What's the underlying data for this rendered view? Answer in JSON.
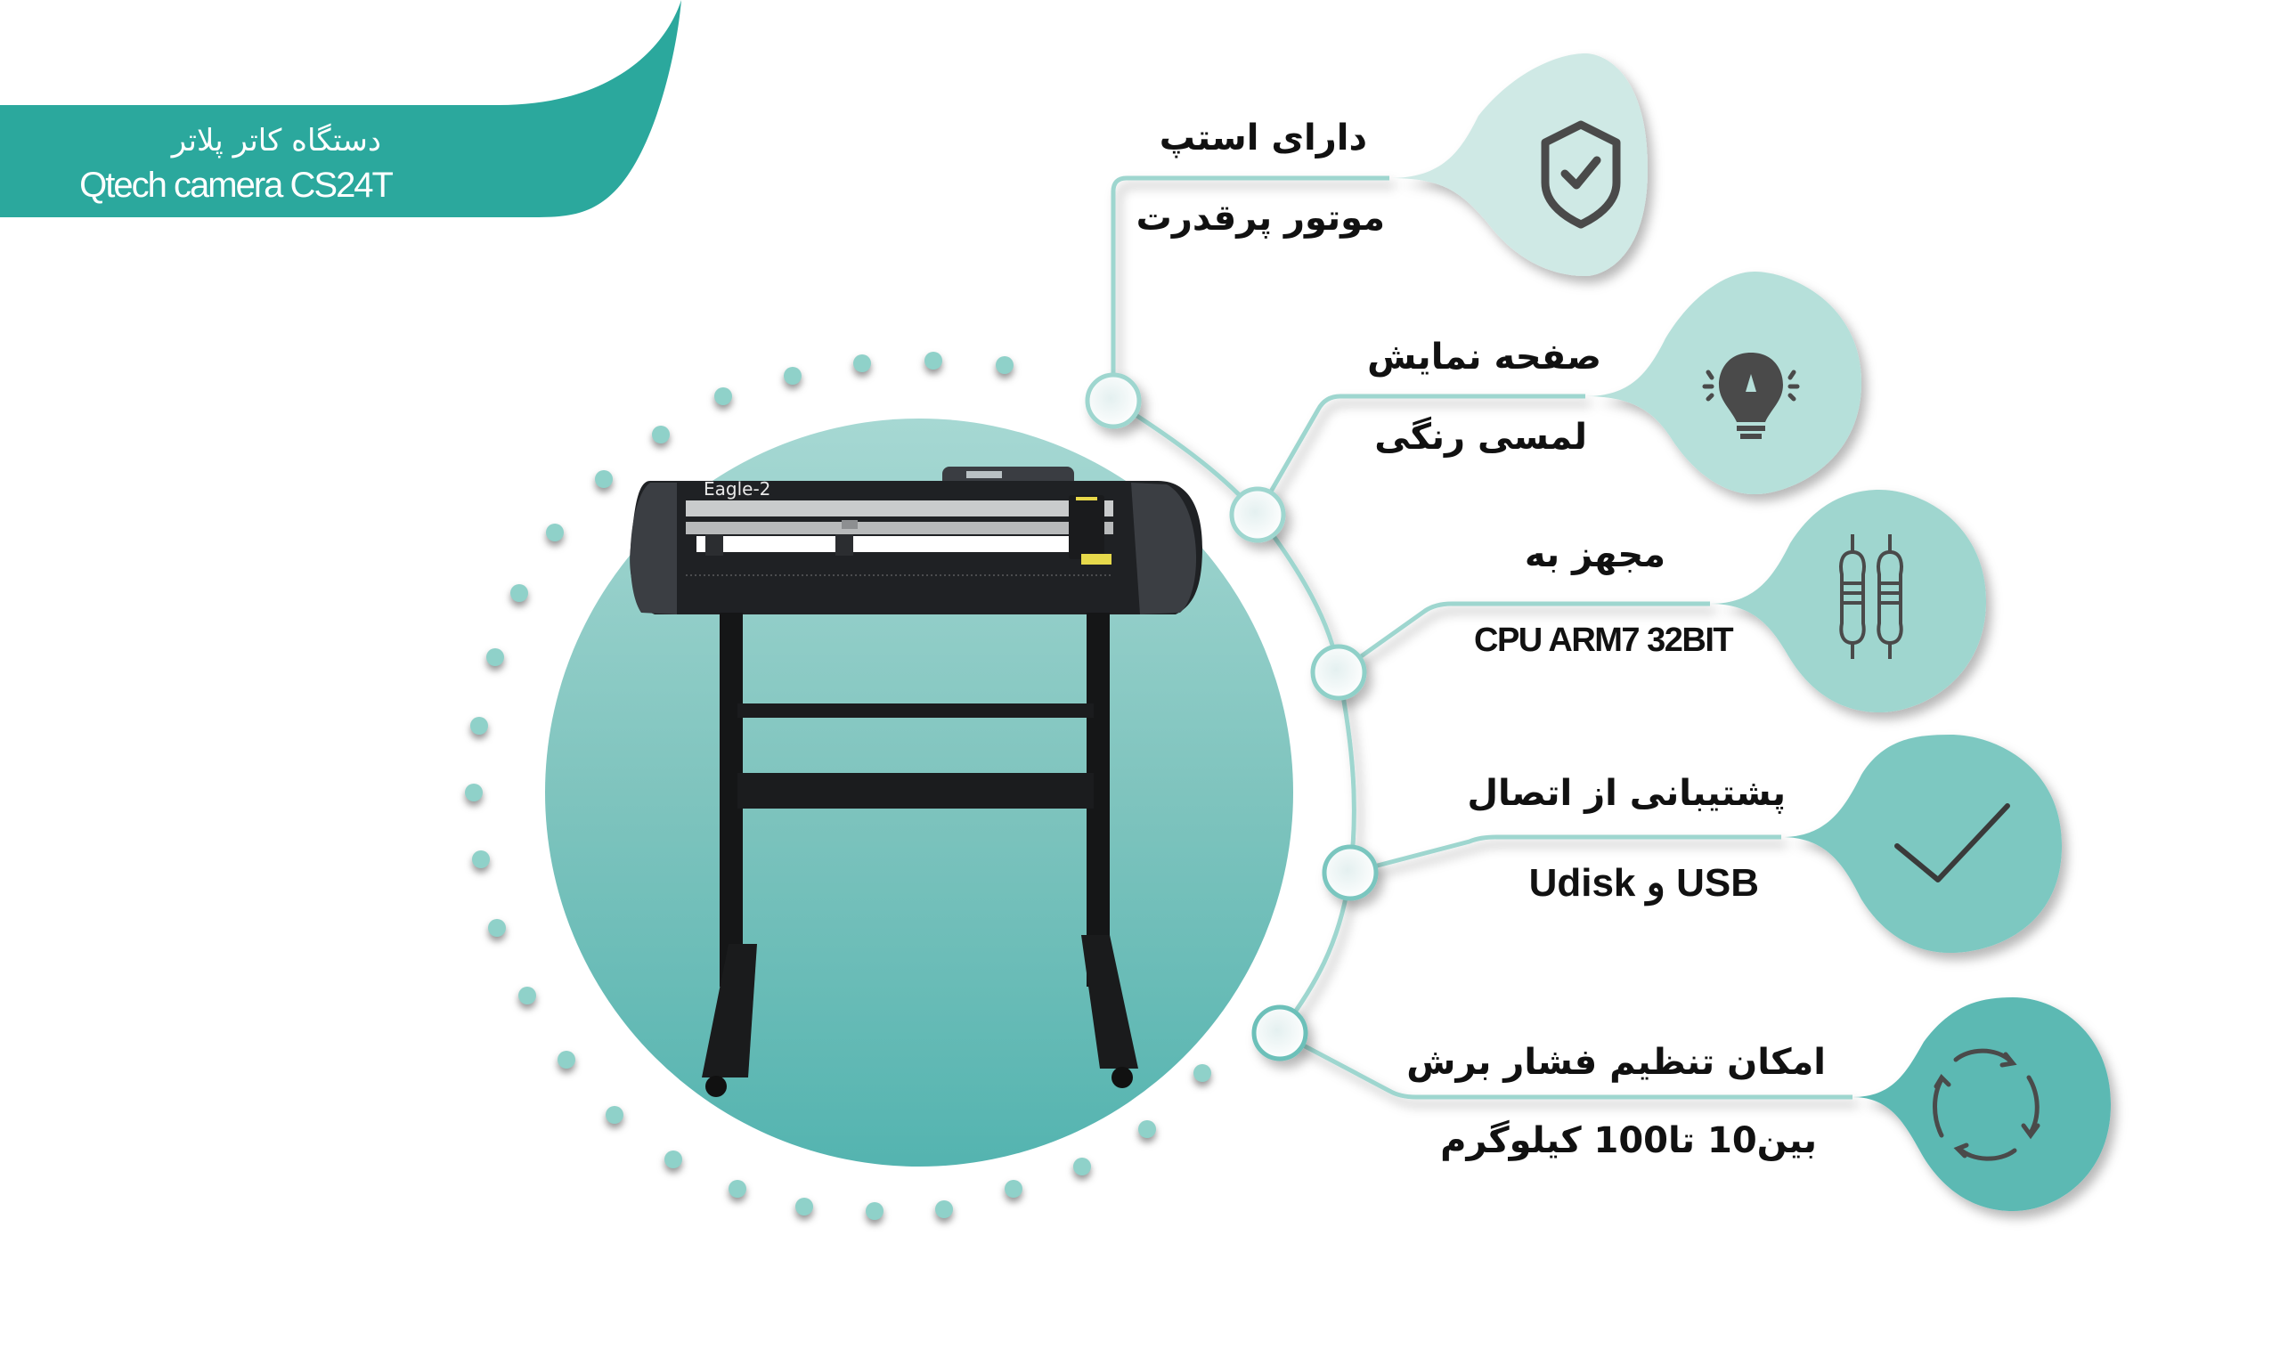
{
  "banner": {
    "title_fa": "دستگاه کاتر پلاتر",
    "title_en": "Qtech camera CS24T",
    "color": "#2ba89d"
  },
  "product": {
    "model_label": "Eagle-2",
    "image_semantic": "vinyl-cutter-plotter-on-stand"
  },
  "features": [
    {
      "title": "دارای استپ",
      "subtitle": "موتور پرقدرت",
      "icon": "shield-check-icon",
      "bubble_color": "#cfe9e5"
    },
    {
      "title": "صفحه نمایش",
      "subtitle": "لمسی رنگی",
      "icon": "lightbulb-icon",
      "bubble_color": "#b6e0da"
    },
    {
      "title": "مجهز به",
      "subtitle": "CPU ARM7 32BIT",
      "icon": "resistor-icon",
      "bubble_color": "#9fd6cf"
    },
    {
      "title": "پشتیبانی از اتصال",
      "subtitle": "USB و Udisk",
      "icon": "checkmark-icon",
      "bubble_color": "#7dc8c1"
    },
    {
      "title": "امکان تنظیم فشار برش",
      "subtitle": "بین10 تا100 کیلوگرم",
      "icon": "refresh-cycle-icon",
      "bubble_color": "#5bb9b3"
    }
  ],
  "colors": {
    "accent": "#2ba89d",
    "line": "#9ed6cf",
    "icon": "#4a4a4a",
    "dot": "#8fd1c9"
  }
}
